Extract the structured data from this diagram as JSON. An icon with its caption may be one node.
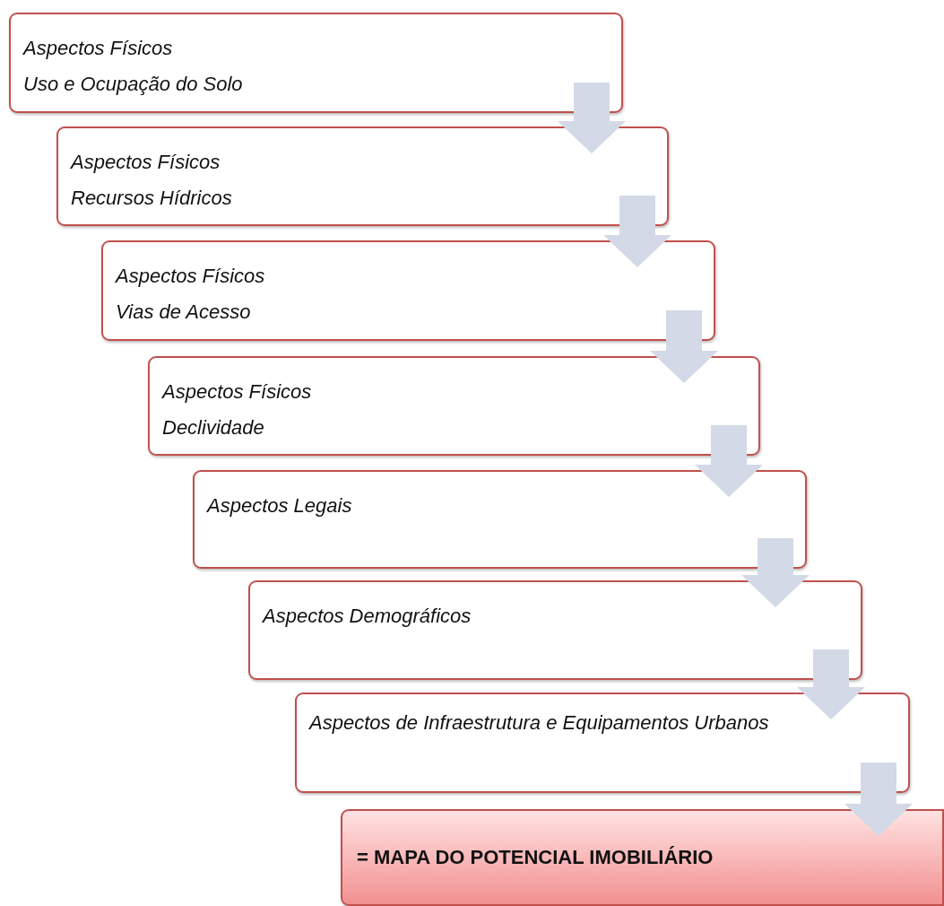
{
  "diagram": {
    "nodes": [
      {
        "text": [
          "Aspectos Físicos",
          "Uso e Ocupação do Solo"
        ]
      },
      {
        "text": [
          "Aspectos Físicos",
          "Recursos Hídricos"
        ]
      },
      {
        "text": [
          "Aspectos Físicos",
          "Vias de Acesso"
        ]
      },
      {
        "text": [
          "Aspectos Físicos",
          "Declividade"
        ]
      },
      {
        "text": [
          "Aspectos Legais"
        ]
      },
      {
        "text": [
          "Aspectos Demográficos"
        ]
      },
      {
        "text": [
          "Aspectos de Infraestrutura e Equipamentos Urbanos"
        ]
      },
      {
        "text": [
          "= MAPA DO POTENCIAL IMOBILIÁRIO"
        ]
      }
    ],
    "edges": [
      {
        "from": 0,
        "to": 1,
        "arrow": "to"
      },
      {
        "from": 1,
        "to": 2,
        "arrow": "to"
      },
      {
        "from": 2,
        "to": 3,
        "arrow": "to"
      },
      {
        "from": 3,
        "to": 4,
        "arrow": "to"
      },
      {
        "from": 4,
        "to": 5,
        "arrow": "to"
      },
      {
        "from": 5,
        "to": 6,
        "arrow": "to"
      },
      {
        "from": 6,
        "to": 7,
        "arrow": "to"
      }
    ]
  }
}
